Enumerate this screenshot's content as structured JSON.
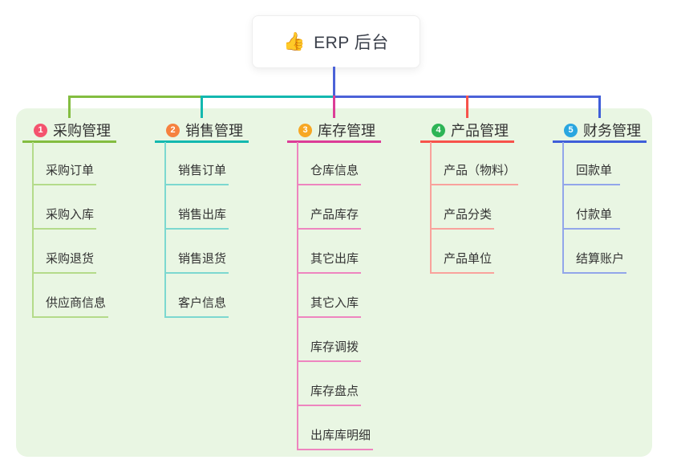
{
  "app": {
    "root_label": "ERP 后台",
    "root_icon": "thumbs-up-icon",
    "root_icon_glyph": "👍"
  },
  "theme": {
    "page_bg": "#ffffff",
    "panel_bg": "#e9f6e3",
    "root_box_bg": "#ffffff",
    "root_box_border": "#eeeeee",
    "text_color": "#333333",
    "root_connector_color": "#4b62d8"
  },
  "branches": [
    {
      "index": "1",
      "label": "采购管理",
      "badge_color": "#f4536e",
      "line_color": "#83bd40",
      "sub_line_color": "#b4db8a",
      "children": [
        "采购订单",
        "采购入库",
        "采购退货",
        "供应商信息"
      ]
    },
    {
      "index": "2",
      "label": "销售管理",
      "badge_color": "#f6813f",
      "line_color": "#13b8af",
      "sub_line_color": "#7cd8d0",
      "children": [
        "销售订单",
        "销售出库",
        "销售退货",
        "客户信息"
      ]
    },
    {
      "index": "3",
      "label": "库存管理",
      "badge_color": "#f7a723",
      "line_color": "#dc3d97",
      "sub_line_color": "#ee85bf",
      "children": [
        "仓库信息",
        "产品库存",
        "其它出库",
        "其它入库",
        "库存调拨",
        "库存盘点",
        "出库库明细"
      ]
    },
    {
      "index": "4",
      "label": "产品管理",
      "badge_color": "#2db456",
      "line_color": "#f7534b",
      "sub_line_color": "#f9a29c",
      "children": [
        "产品（物料）",
        "产品分类",
        "产品单位"
      ]
    },
    {
      "index": "5",
      "label": "财务管理",
      "badge_color": "#29a6e0",
      "line_color": "#3f5ed9",
      "sub_line_color": "#92a6ea",
      "children": [
        "回款单",
        "付款单",
        "结算账户"
      ]
    }
  ]
}
